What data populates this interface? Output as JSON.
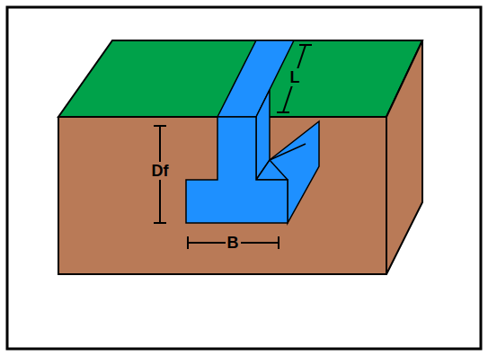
{
  "diagram": {
    "labels": [
      "L",
      "Df",
      "B"
    ]
  }
}
